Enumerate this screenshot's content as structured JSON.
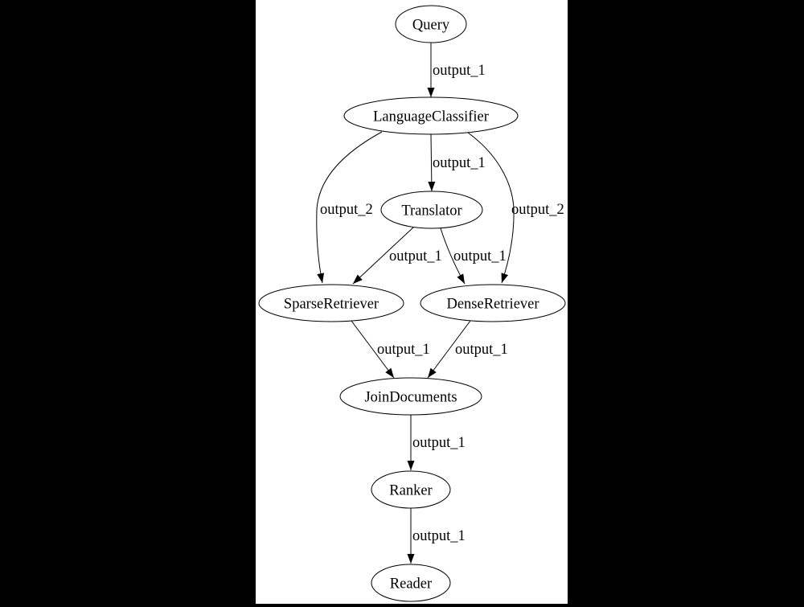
{
  "colors": {
    "page_background": "#000000",
    "canvas_background": "#ffffff",
    "stroke": "#000000",
    "text": "#000000"
  },
  "diagram": {
    "type": "directed-graph",
    "nodes": [
      {
        "id": "Query",
        "label": "Query"
      },
      {
        "id": "LanguageClassifier",
        "label": "LanguageClassifier"
      },
      {
        "id": "Translator",
        "label": "Translator"
      },
      {
        "id": "SparseRetriever",
        "label": "SparseRetriever"
      },
      {
        "id": "DenseRetriever",
        "label": "DenseRetriever"
      },
      {
        "id": "JoinDocuments",
        "label": "JoinDocuments"
      },
      {
        "id": "Ranker",
        "label": "Ranker"
      },
      {
        "id": "Reader",
        "label": "Reader"
      }
    ],
    "edges": [
      {
        "from": "Query",
        "to": "LanguageClassifier",
        "label": "output_1"
      },
      {
        "from": "LanguageClassifier",
        "to": "Translator",
        "label": "output_1"
      },
      {
        "from": "LanguageClassifier",
        "to": "SparseRetriever",
        "label": "output_2"
      },
      {
        "from": "LanguageClassifier",
        "to": "DenseRetriever",
        "label": "output_2"
      },
      {
        "from": "Translator",
        "to": "SparseRetriever",
        "label": "output_1"
      },
      {
        "from": "Translator",
        "to": "DenseRetriever",
        "label": "output_1"
      },
      {
        "from": "SparseRetriever",
        "to": "JoinDocuments",
        "label": "output_1"
      },
      {
        "from": "DenseRetriever",
        "to": "JoinDocuments",
        "label": "output_1"
      },
      {
        "from": "JoinDocuments",
        "to": "Ranker",
        "label": "output_1"
      },
      {
        "from": "Ranker",
        "to": "Reader",
        "label": "output_1"
      }
    ]
  }
}
